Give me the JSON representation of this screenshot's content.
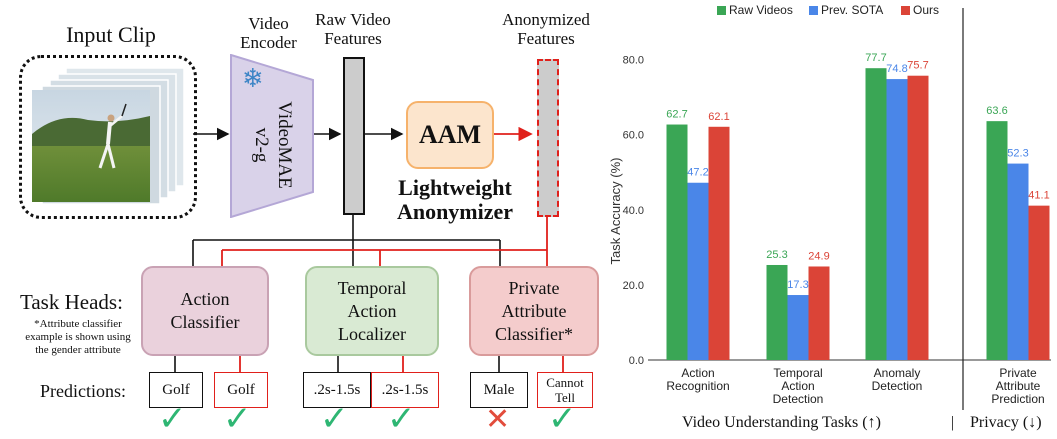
{
  "diagram": {
    "input_clip_label": "Input Clip",
    "video_encoder_label": [
      "Video",
      "Encoder"
    ],
    "encoder_name": [
      "VideoMAE",
      "v2-g"
    ],
    "raw_features_label": [
      "Raw Video",
      "Features"
    ],
    "anonymized_features_label": [
      "Anonymized",
      "Features"
    ],
    "aam_label": "AAM",
    "anonymizer_label": [
      "Lightweight",
      "Anonymizer"
    ],
    "task_heads_label": "Task Heads:",
    "footnote": [
      "*Attribute classifier",
      "example is shown using",
      "the gender attribute"
    ],
    "predictions_label": "Predictions:",
    "heads": [
      {
        "name": "Action Classifier",
        "lines": [
          "Action",
          "Classifier"
        ],
        "fill": "#ead1dc",
        "border": "#c9a2b4"
      },
      {
        "name": "Temporal Action Localizer",
        "lines": [
          "Temporal",
          "Action",
          "Localizer"
        ],
        "fill": "#d9ead3",
        "border": "#a9c99e"
      },
      {
        "name": "Private Attribute Classifier",
        "lines": [
          "Private",
          "Attribute",
          "Classifier*"
        ],
        "fill": "#f4cccc",
        "border": "#d99b9b"
      }
    ],
    "predictions": [
      {
        "text": "Golf",
        "source": "raw",
        "result": "correct"
      },
      {
        "text": "Golf",
        "source": "anonymized",
        "result": "correct"
      },
      {
        "text": ".2s-1.5s",
        "source": "raw",
        "result": "correct"
      },
      {
        "text": ".2s-1.5s",
        "source": "anonymized",
        "result": "correct"
      },
      {
        "text": "Male",
        "source": "raw",
        "result": "wrong"
      },
      {
        "text": "Cannot Tell",
        "lines": [
          "Cannot",
          "Tell"
        ],
        "source": "anonymized",
        "result": "correct"
      }
    ],
    "colors": {
      "raw_line": "#111111",
      "anonymized_line": "#e0201b",
      "encoder_fill": "#d9d2e9",
      "encoder_border": "#b4a7d6",
      "aam_fill": "#fce5cd",
      "aam_border": "#f6b26b",
      "snowflake": "#3d85c6",
      "check": "#2eb673",
      "cross": "#e24c3c"
    },
    "icons": [
      "snowflake-icon",
      "check-icon",
      "cross-icon",
      "arrow-icon"
    ]
  },
  "chart_data": {
    "type": "bar",
    "title": "",
    "ylabel": "Task Accuracy (%)",
    "xlabel": "",
    "ylim": [
      0,
      90
    ],
    "yticks": [
      "0.0",
      "20.0",
      "40.0",
      "60.0",
      "80.0"
    ],
    "legend_position": "top",
    "categories": [
      [
        "Action",
        "Recognition"
      ],
      [
        "Temporal",
        "Action",
        "Detection"
      ],
      [
        "Anomaly",
        "Detection"
      ],
      [
        "Private",
        "Attribute",
        "Prediction"
      ]
    ],
    "series": [
      {
        "name": "Raw Videos",
        "color": "#3aa655",
        "values": [
          62.7,
          25.3,
          77.7,
          63.6
        ],
        "labels": [
          "62.7",
          "25.3",
          "77.7",
          "63.6"
        ]
      },
      {
        "name": "Prev. SOTA",
        "color": "#4a86e8",
        "values": [
          47.2,
          17.3,
          74.8,
          52.3
        ],
        "labels": [
          "47.2",
          "17.3",
          "74.8",
          "52.3"
        ]
      },
      {
        "name": "Ours",
        "color": "#db4437",
        "values": [
          62.1,
          24.9,
          75.7,
          41.1
        ],
        "labels": [
          "62.1",
          "24.9",
          "75.7",
          "41.1"
        ]
      }
    ],
    "group_labels": [
      "Video Understanding Tasks (↑)",
      "|",
      "Privacy (↓)"
    ],
    "grid": false
  }
}
